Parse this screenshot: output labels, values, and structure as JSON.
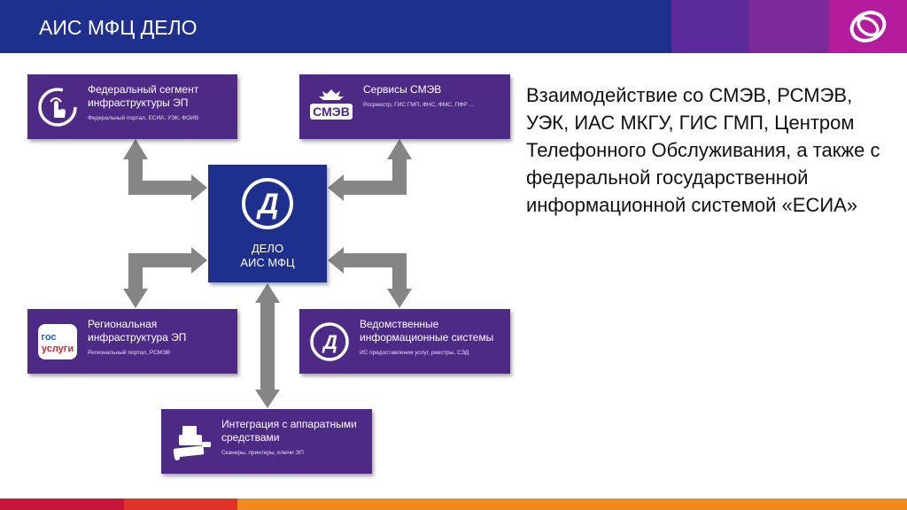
{
  "header": {
    "title": "АИС МФЦ ДЕЛО",
    "logo_icon": "mfc-swirl-logo",
    "colors": {
      "blue": "#1e2f8d",
      "purple1": "#5b2a9a",
      "purple2": "#7c2a9a",
      "magenta": "#b51c9d"
    }
  },
  "diagram": {
    "center": {
      "icon_letter": "Д",
      "line1": "ДЕЛО",
      "line2": "АИС МФЦ"
    },
    "nodes": {
      "federal": {
        "title": "Федеральный сегмент инфраструктуры ЭП",
        "subtitle": "Федеральный портал, ЕСИА, УЭК, ФОИВ",
        "icon": "hand-touch-icon"
      },
      "smev": {
        "title": "Сервисы СМЭВ",
        "subtitle": "Росреестр, ГИС ГМП, ФНС, ФМС, ПФР ...",
        "icon": "smev-emblem-icon",
        "icon_text": "СМЭВ"
      },
      "regional": {
        "title": "Региональная инфраструктура ЭП",
        "subtitle": "Региональный портал, РСМЭВ",
        "icon": "gosuslugi-icon",
        "icon_text_1": "гос",
        "icon_text_2": "услуги"
      },
      "departmental": {
        "title": "Ведомственные информационные системы",
        "subtitle": "ИС предоставления услуг, реестры, СЭД",
        "icon": "delo-d-icon",
        "icon_letter": "Д"
      },
      "hardware": {
        "title": "Интеграция с аппаратными средствами",
        "subtitle": "Сканеры, принтеры, ключи ЭП",
        "icon": "printer-scanner-icon"
      }
    },
    "box_color": "#4c2a85",
    "arrow_color": "#858585"
  },
  "description": "Взаимодействие со СМЭВ, РСМЭВ, УЭК, ИАС МКГУ, ГИС ГМП, Центром Телефонного Обслуживания, а также с федеральной государственной информационной системой «ЕСИА»"
}
